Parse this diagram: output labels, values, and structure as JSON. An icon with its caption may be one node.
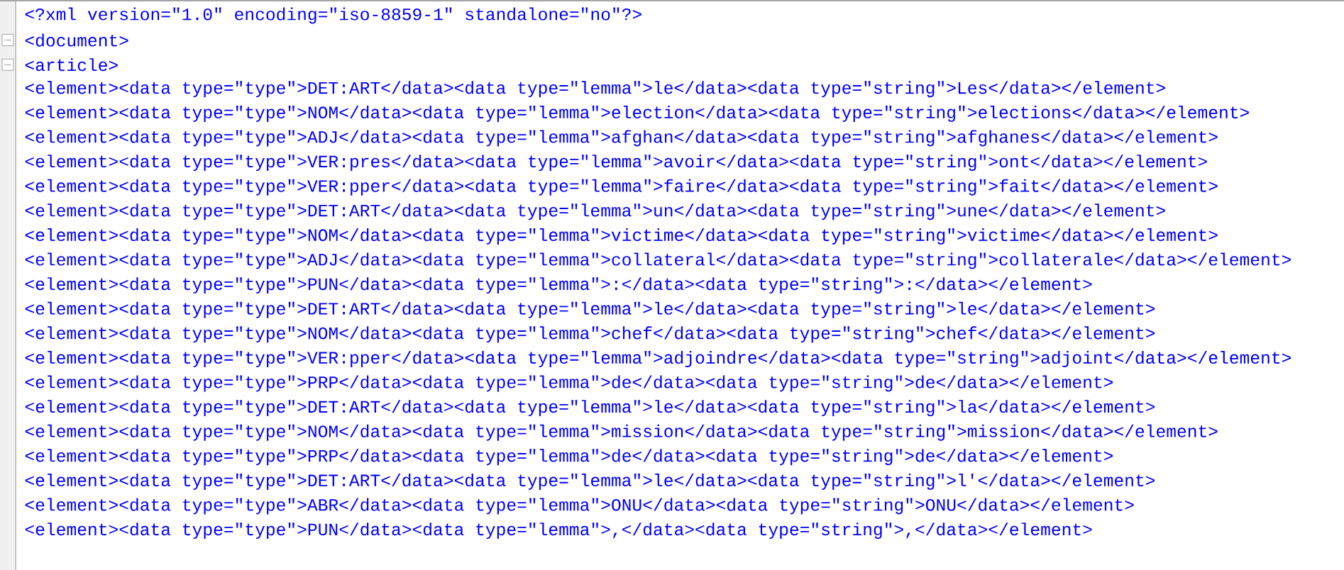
{
  "diagram": {
    "labels": [
      "<?xml version=\"1.0\" encoding=\"iso-8859-1\" standalone=\"no\"?>",
      "<document>",
      "<article>",
      "<element><data type=\"type\">DET:ART</data><data type=\"lemma\">le</data><data type=\"string\">Les</data></element>",
      "<element><data type=\"type\">NOM</data><data type=\"lemma\">election</data><data type=\"string\">elections</data></element>",
      "<element><data type=\"type\">ADJ</data><data type=\"lemma\">afghan</data><data type=\"string\">afghanes</data></element>",
      "<element><data type=\"type\">VER:pres</data><data type=\"lemma\">avoir</data><data type=\"string\">ont</data></element>",
      "<element><data type=\"type\">VER:pper</data><data type=\"lemma\">faire</data><data type=\"string\">fait</data></element>",
      "<element><data type=\"type\">DET:ART</data><data type=\"lemma\">un</data><data type=\"string\">une</data></element>",
      "<element><data type=\"type\">NOM</data><data type=\"lemma\">victime</data><data type=\"string\">victime</data></element>",
      "<element><data type=\"type\">ADJ</data><data type=\"lemma\">collateral</data><data type=\"string\">collaterale</data></element>",
      "<element><data type=\"type\">PUN</data><data type=\"lemma\">:</data><data type=\"string\">:</data></element>",
      "<element><data type=\"type\">DET:ART</data><data type=\"lemma\">le</data><data type=\"string\">le</data></element>",
      "<element><data type=\"type\">NOM</data><data type=\"lemma\">chef</data><data type=\"string\">chef</data></element>",
      "<element><data type=\"type\">VER:pper</data><data type=\"lemma\">adjoindre</data><data type=\"string\">adjoint</data></element>",
      "<element><data type=\"type\">PRP</data><data type=\"lemma\">de</data><data type=\"string\">de</data></element>",
      "<element><data type=\"type\">DET:ART</data><data type=\"lemma\">le</data><data type=\"string\">la</data></element>",
      "<element><data type=\"type\">NOM</data><data type=\"lemma\">mission</data><data type=\"string\">mission</data></element>",
      "<element><data type=\"type\">PRP</data><data type=\"lemma\">de</data><data type=\"string\">de</data></element>",
      "<element><data type=\"type\">DET:ART</data><data type=\"lemma\">le</data><data type=\"string\">l'</data></element>",
      "<element><data type=\"type\">ABR</data><data type=\"lemma\">ONU</data><data type=\"string\">ONU</data></element>",
      "<element><data type=\"type\">PUN</data><data type=\"lemma\">,</data><data type=\"string\">,</data></element>"
    ]
  }
}
